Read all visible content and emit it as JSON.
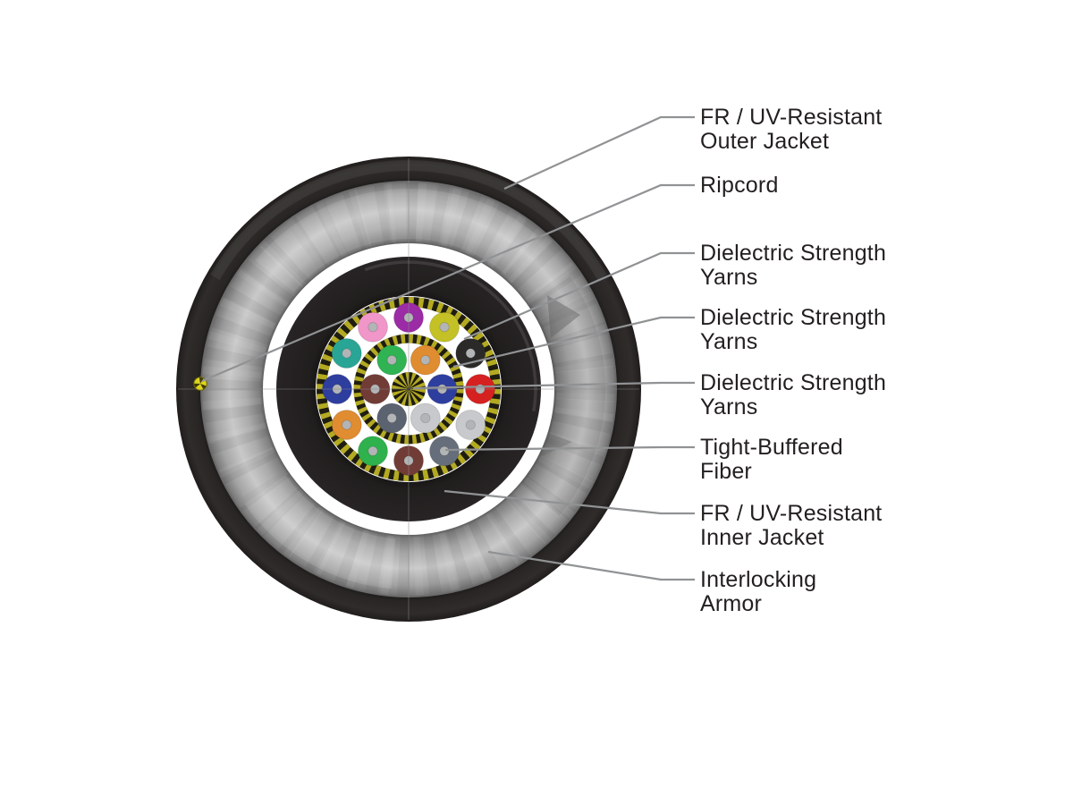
{
  "diagram": {
    "type": "cable-cross-section",
    "subject": "Armored tight-buffered fiber optic cable",
    "background": "#ffffff",
    "colors": {
      "outer_jacket": "#262322",
      "inner_jacket": "#242021",
      "armor_gray": "#b5b5b5",
      "yarn_yellow": "#b3aa22",
      "yarn_dark": "#1f1d10",
      "fiber_center_dot": "#b2b4b6",
      "ripcord_yellow": "#dcd51f",
      "leader_line": "#909294",
      "label_text": "#231f20"
    },
    "labels": [
      {
        "id": "outer-jacket",
        "text": "FR / UV-Resistant Outer Jacket",
        "lines": [
          "FR / UV-Resistant",
          "Outer Jacket"
        ]
      },
      {
        "id": "ripcord",
        "text": "Ripcord",
        "lines": [
          "Ripcord"
        ]
      },
      {
        "id": "strength-yarns-outer",
        "text": "Dielectric Strength Yarns",
        "lines": [
          "Dielectric Strength",
          "Yarns"
        ]
      },
      {
        "id": "strength-yarns-mid",
        "text": "Dielectric Strength Yarns",
        "lines": [
          "Dielectric Strength",
          "Yarns"
        ]
      },
      {
        "id": "strength-yarns-center",
        "text": "Dielectric Strength Yarns",
        "lines": [
          "Dielectric Strength",
          "Yarns"
        ]
      },
      {
        "id": "tight-buffered-fiber",
        "text": "Tight-Buffered Fiber",
        "lines": [
          "Tight-Buffered",
          "Fiber"
        ]
      },
      {
        "id": "inner-jacket",
        "text": "FR / UV-Resistant Inner Jacket",
        "lines": [
          "FR / UV-Resistant",
          "Inner Jacket"
        ]
      },
      {
        "id": "interlocking-armor",
        "text": "Interlocking Armor",
        "lines": [
          "Interlocking",
          "Armor"
        ]
      }
    ],
    "fiber_count_outer": 12,
    "fiber_count_inner": 6,
    "fiber_arrangement": "clockwise from top",
    "fibers_outer": [
      {
        "name": "violet",
        "color": "#9c2ba6"
      },
      {
        "name": "yellow",
        "color": "#c3c126"
      },
      {
        "name": "black",
        "color": "#2b2a29"
      },
      {
        "name": "red",
        "color": "#d62121"
      },
      {
        "name": "white",
        "color": "#c7c9cc"
      },
      {
        "name": "slate",
        "color": "#676e7b"
      },
      {
        "name": "brown",
        "color": "#723c36"
      },
      {
        "name": "green",
        "color": "#2fb14d"
      },
      {
        "name": "orange",
        "color": "#e08c31"
      },
      {
        "name": "blue",
        "color": "#2e3e9e"
      },
      {
        "name": "aqua",
        "color": "#29a596"
      },
      {
        "name": "rose",
        "color": "#f096c8"
      }
    ],
    "fibers_inner": [
      {
        "name": "orange",
        "color": "#e08c31"
      },
      {
        "name": "blue",
        "color": "#2e3e9e"
      },
      {
        "name": "white",
        "color": "#c7c9cc"
      },
      {
        "name": "slate",
        "color": "#5c6370"
      },
      {
        "name": "brown",
        "color": "#723c36"
      },
      {
        "name": "green",
        "color": "#2fb353"
      }
    ]
  }
}
